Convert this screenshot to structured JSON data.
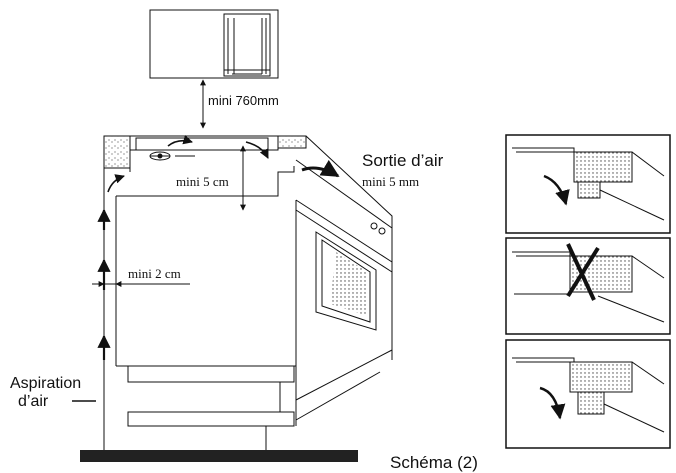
{
  "labels": {
    "height_clearance": "mini 760mm",
    "top_gap": "mini 5 cm",
    "outlet_title": "Sortie d’air",
    "outlet_gap": "mini 5 mm",
    "side_gap": "mini 2 cm",
    "intake_line1": "Aspiration",
    "intake_line2": "d’air",
    "caption": "Schéma (2)"
  },
  "colors": {
    "line": "#111111",
    "frame": "#222222"
  }
}
